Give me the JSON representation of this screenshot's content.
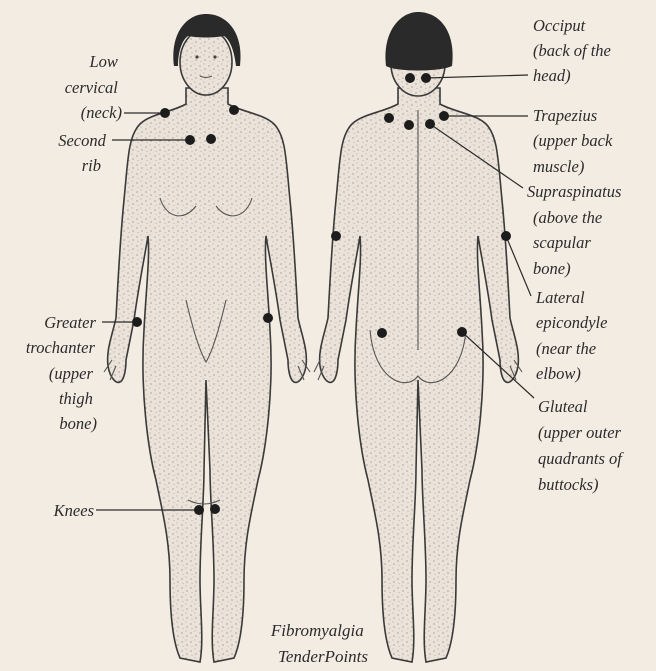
{
  "labels": {
    "low_cervical": [
      "Low",
      "cervical",
      "(neck)"
    ],
    "second_rib": [
      "Second",
      "rib"
    ],
    "greater_trochanter": [
      "Greater",
      "trochanter",
      "(upper",
      "thigh",
      "bone)"
    ],
    "knees": [
      "Knees"
    ],
    "occiput": [
      "Occiput",
      "(back of the",
      "head)"
    ],
    "trapezius": [
      "Trapezius",
      "(upper back",
      "muscle)"
    ],
    "supraspinatus": [
      "Supraspinatus",
      "(above the",
      "scapular",
      "bone)"
    ],
    "lateral_epicondyle": [
      "Lateral",
      "epicondyle",
      "(near the",
      "elbow)"
    ],
    "gluteal": [
      "Gluteal",
      "(upper outer",
      "quadrants of",
      "buttocks)"
    ]
  },
  "caption": [
    "Fibromyalgia",
    "TenderPoints"
  ],
  "colors": {
    "background": "#f3ece3",
    "body": "#ece5dc",
    "outline": "#3a3a3a",
    "tender_point": "#1c1c1c",
    "text": "#2b2b2b"
  }
}
